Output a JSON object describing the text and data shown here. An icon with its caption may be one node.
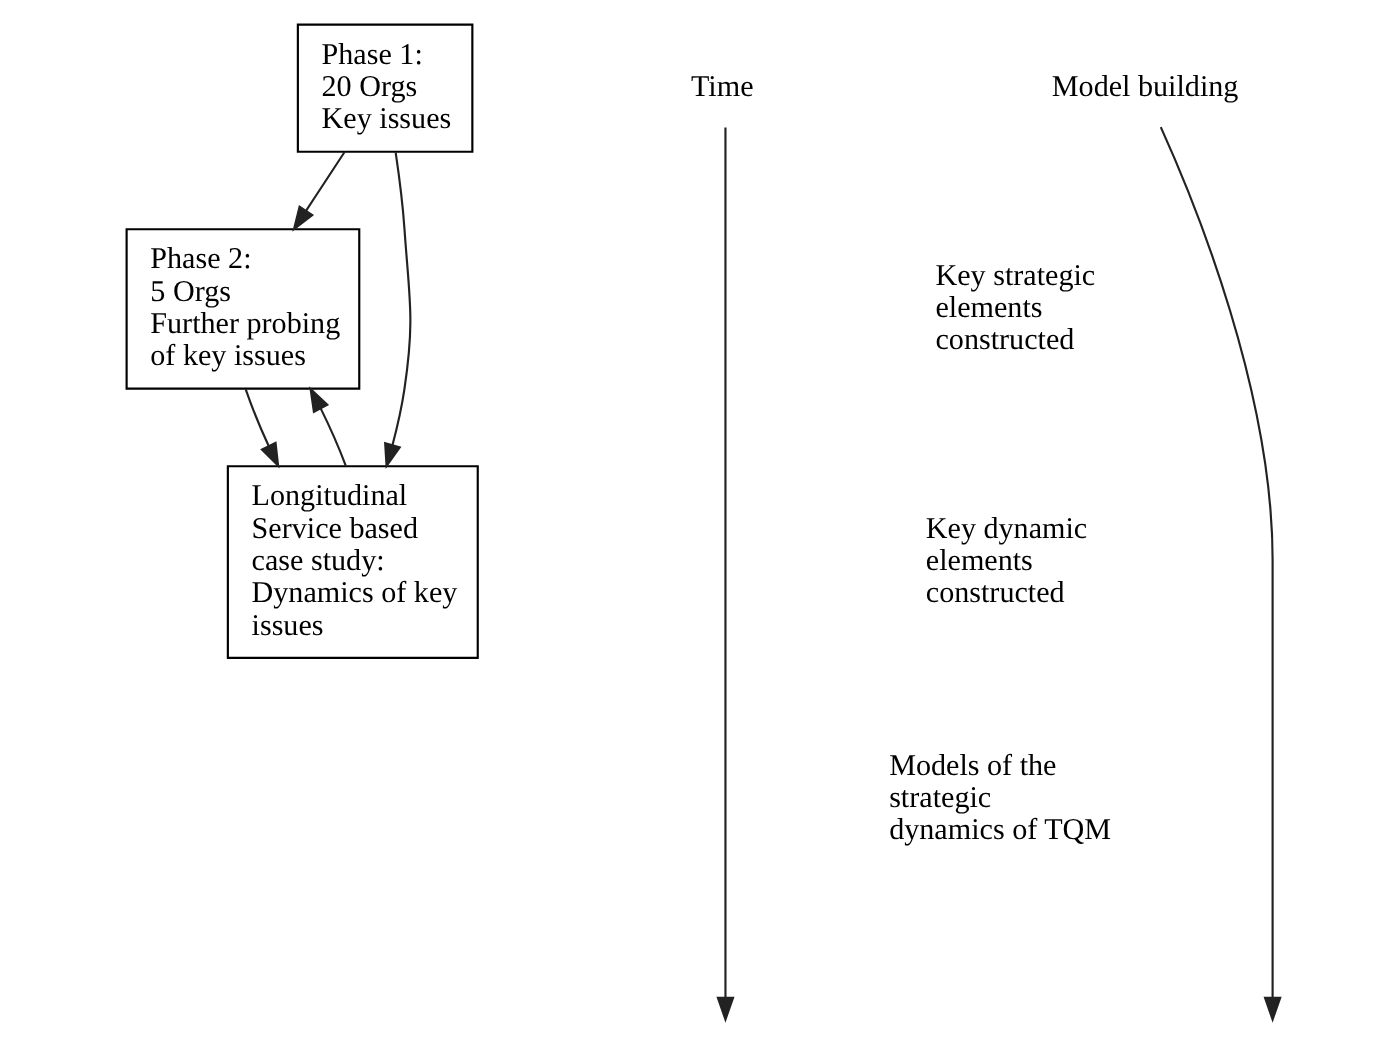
{
  "diagram": {
    "nodes": [
      {
        "text": [
          "Phase 1:",
          "20 Orgs",
          "Key issues"
        ]
      },
      {
        "text": [
          "Phase 2:",
          "5 Orgs",
          "Further probing of key issues"
        ]
      },
      {
        "text": [
          "Longitudinal Service based case study: Dynamics of key issues"
        ]
      },
      {
        "text": [
          "Time"
        ]
      },
      {
        "text": [
          "Model building"
        ]
      }
    ],
    "edges": [
      {
        "from": 0,
        "to": 1,
        "arrow": "to"
      },
      {
        "from": 0,
        "to": 2,
        "arrow": "to"
      },
      {
        "from": 1,
        "to": 2,
        "arrow": "to"
      },
      {
        "from": 2,
        "to": 1,
        "arrow": "to"
      },
      {
        "from": 3,
        "to": null,
        "arrow": "to"
      },
      {
        "from": 4,
        "to": null,
        "arrow": "to"
      }
    ],
    "labels": [
      "Key strategic elements constructed",
      "Key dynamic elements constructed",
      "Models of the strategic dynamics of TQM"
    ]
  }
}
